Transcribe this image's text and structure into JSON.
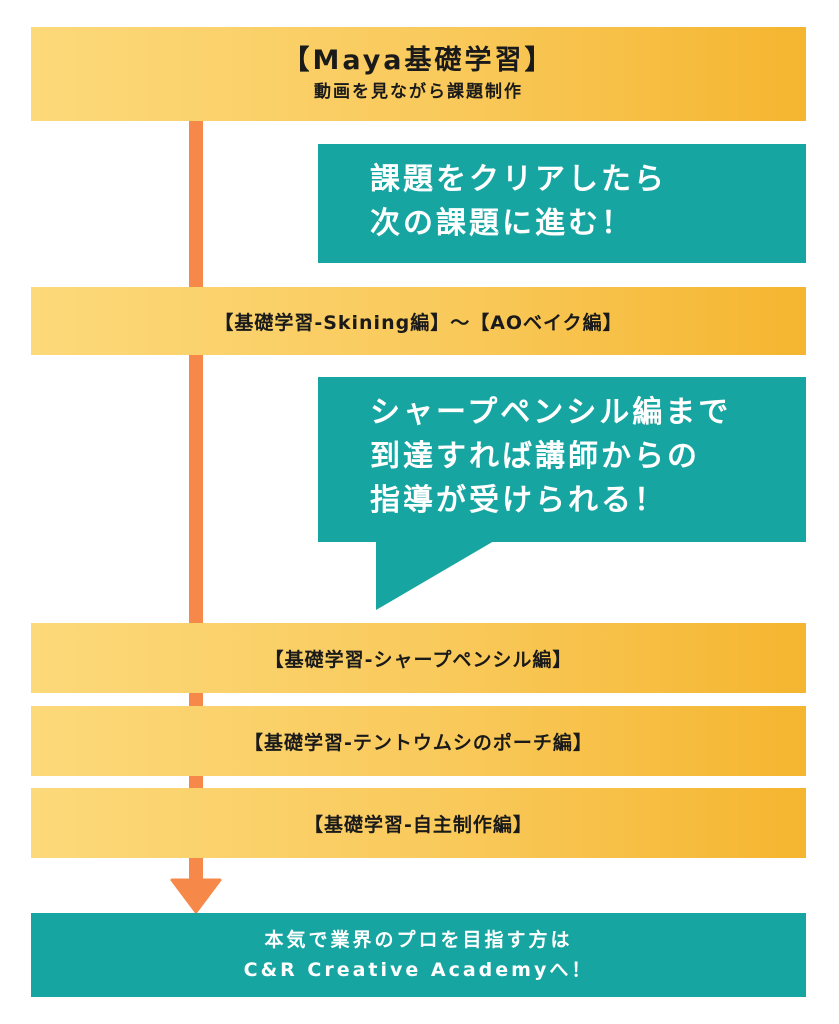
{
  "header": {
    "title": "【Maya基礎学習】",
    "subtitle": "動画を見ながら課題制作"
  },
  "callout1": {
    "lines": [
      "課題をクリアしたら",
      "次の課題に進む！"
    ]
  },
  "step_skining": "【基礎学習-Skining編】～【AOベイク編】",
  "callout2": {
    "lines": [
      "シャープペンシル編まで",
      "到達すれば講師からの",
      "指導が受けられる！"
    ]
  },
  "step_pencil": "【基礎学習-シャープペンシル編】",
  "step_pouch": "【基礎学習-テントウムシのポーチ編】",
  "step_self": "【基礎学習-自主制作編】",
  "final": {
    "line1": "本気で業界のプロを目指す方は",
    "line2": "C&R Creative Academyへ！"
  },
  "colors": {
    "bar_gradient_start": "#fcd97a",
    "bar_gradient_end": "#f5b52f",
    "teal": "#17a5a1",
    "arrow": "#f6894a"
  }
}
